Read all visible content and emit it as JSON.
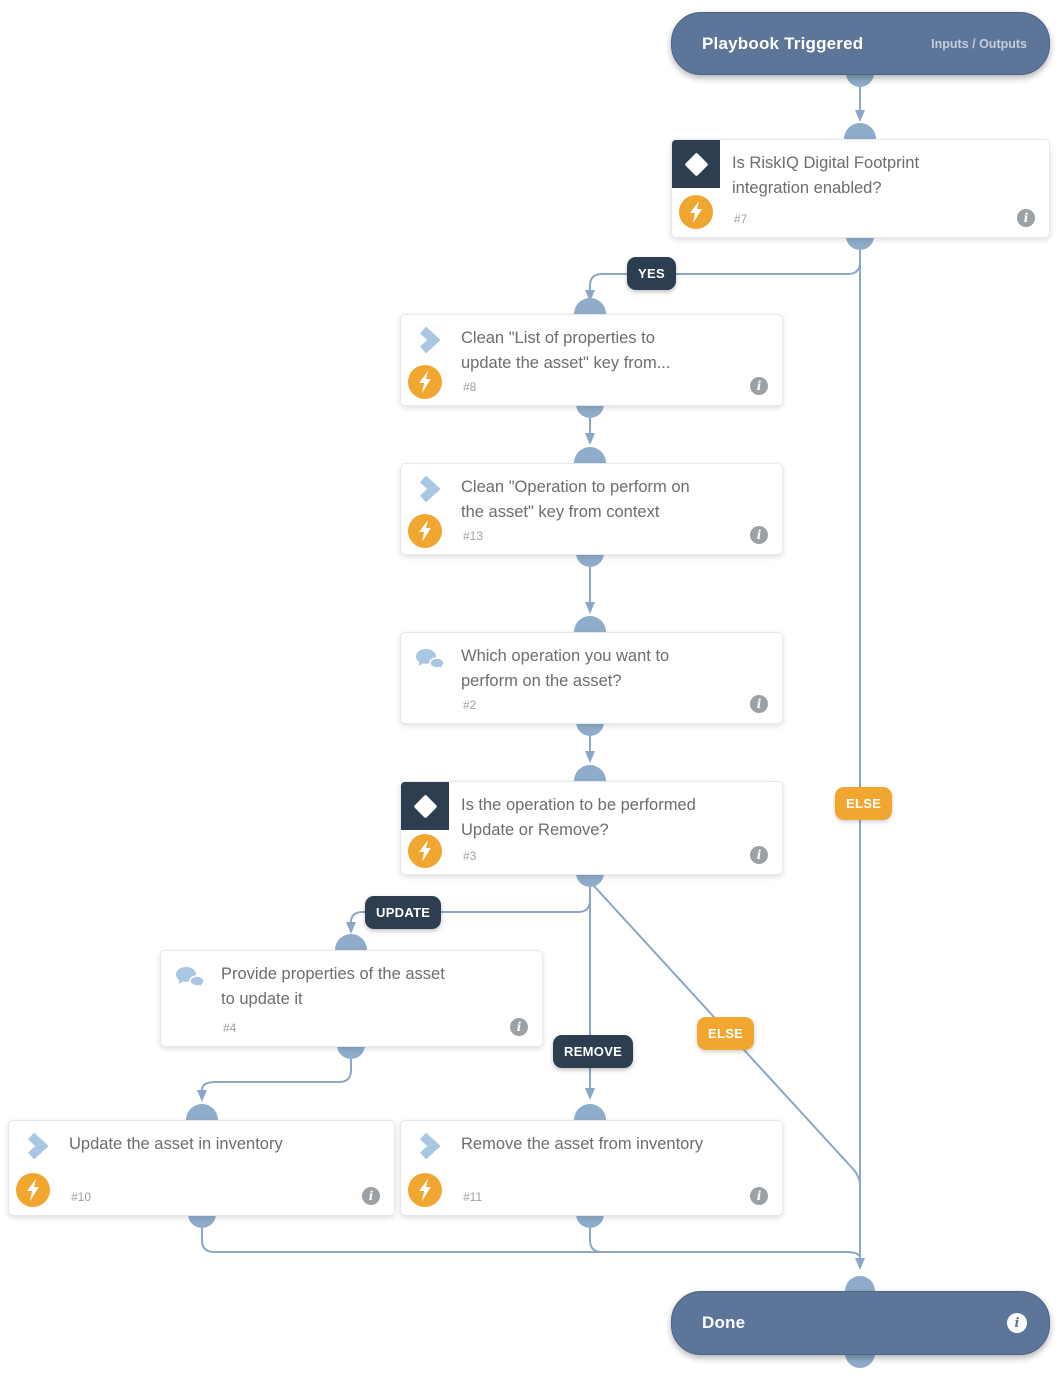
{
  "app": "playbook-work-plan",
  "colors": {
    "pill_fill": "#5c7599",
    "connector_fill": "#8fadcb",
    "line_stroke": "#8ba7c8",
    "navy_badge": "#2d3e50",
    "orange_accent": "#f0a62f",
    "card_text": "#6a6e71",
    "muted_text": "#9ca1a5",
    "icon_blue": "#a9c6e2"
  },
  "icons": {
    "condition": "diamond-icon",
    "automation": "lightning-bolt-icon",
    "task": "chevron-icon",
    "data_collection": "chat-bubbles-icon",
    "details": "info-icon"
  },
  "nodes": {
    "start": {
      "title": "Playbook Triggered",
      "right_label": "Inputs / Outputs"
    },
    "cond7": {
      "line1": "Is RiskIQ Digital Footprint",
      "line2": "integration enabled?",
      "num": "#7"
    },
    "task8": {
      "line1": "Clean \"List of properties to",
      "line2": "update the asset\" key from...",
      "num": "#8"
    },
    "task13": {
      "line1": "Clean \"Operation to perform on",
      "line2": "the asset\" key from context",
      "num": "#13"
    },
    "ask2": {
      "line1": "Which operation you want to",
      "line2": "perform on the asset?",
      "num": "#2"
    },
    "cond3": {
      "line1": "Is the operation to be performed",
      "line2": "Update or Remove?",
      "num": "#3"
    },
    "ask4": {
      "line1": "Provide properties of the asset",
      "line2": "to update it",
      "num": "#4"
    },
    "task10": {
      "line1": "Update the asset in inventory",
      "num": "#10"
    },
    "task11": {
      "line1": "Remove the asset from inventory",
      "num": "#11"
    },
    "done": {
      "title": "Done"
    }
  },
  "edge_labels": {
    "yes": "YES",
    "update": "UPDATE",
    "remove": "REMOVE",
    "else_cond7": "ELSE",
    "else_cond3": "ELSE"
  }
}
